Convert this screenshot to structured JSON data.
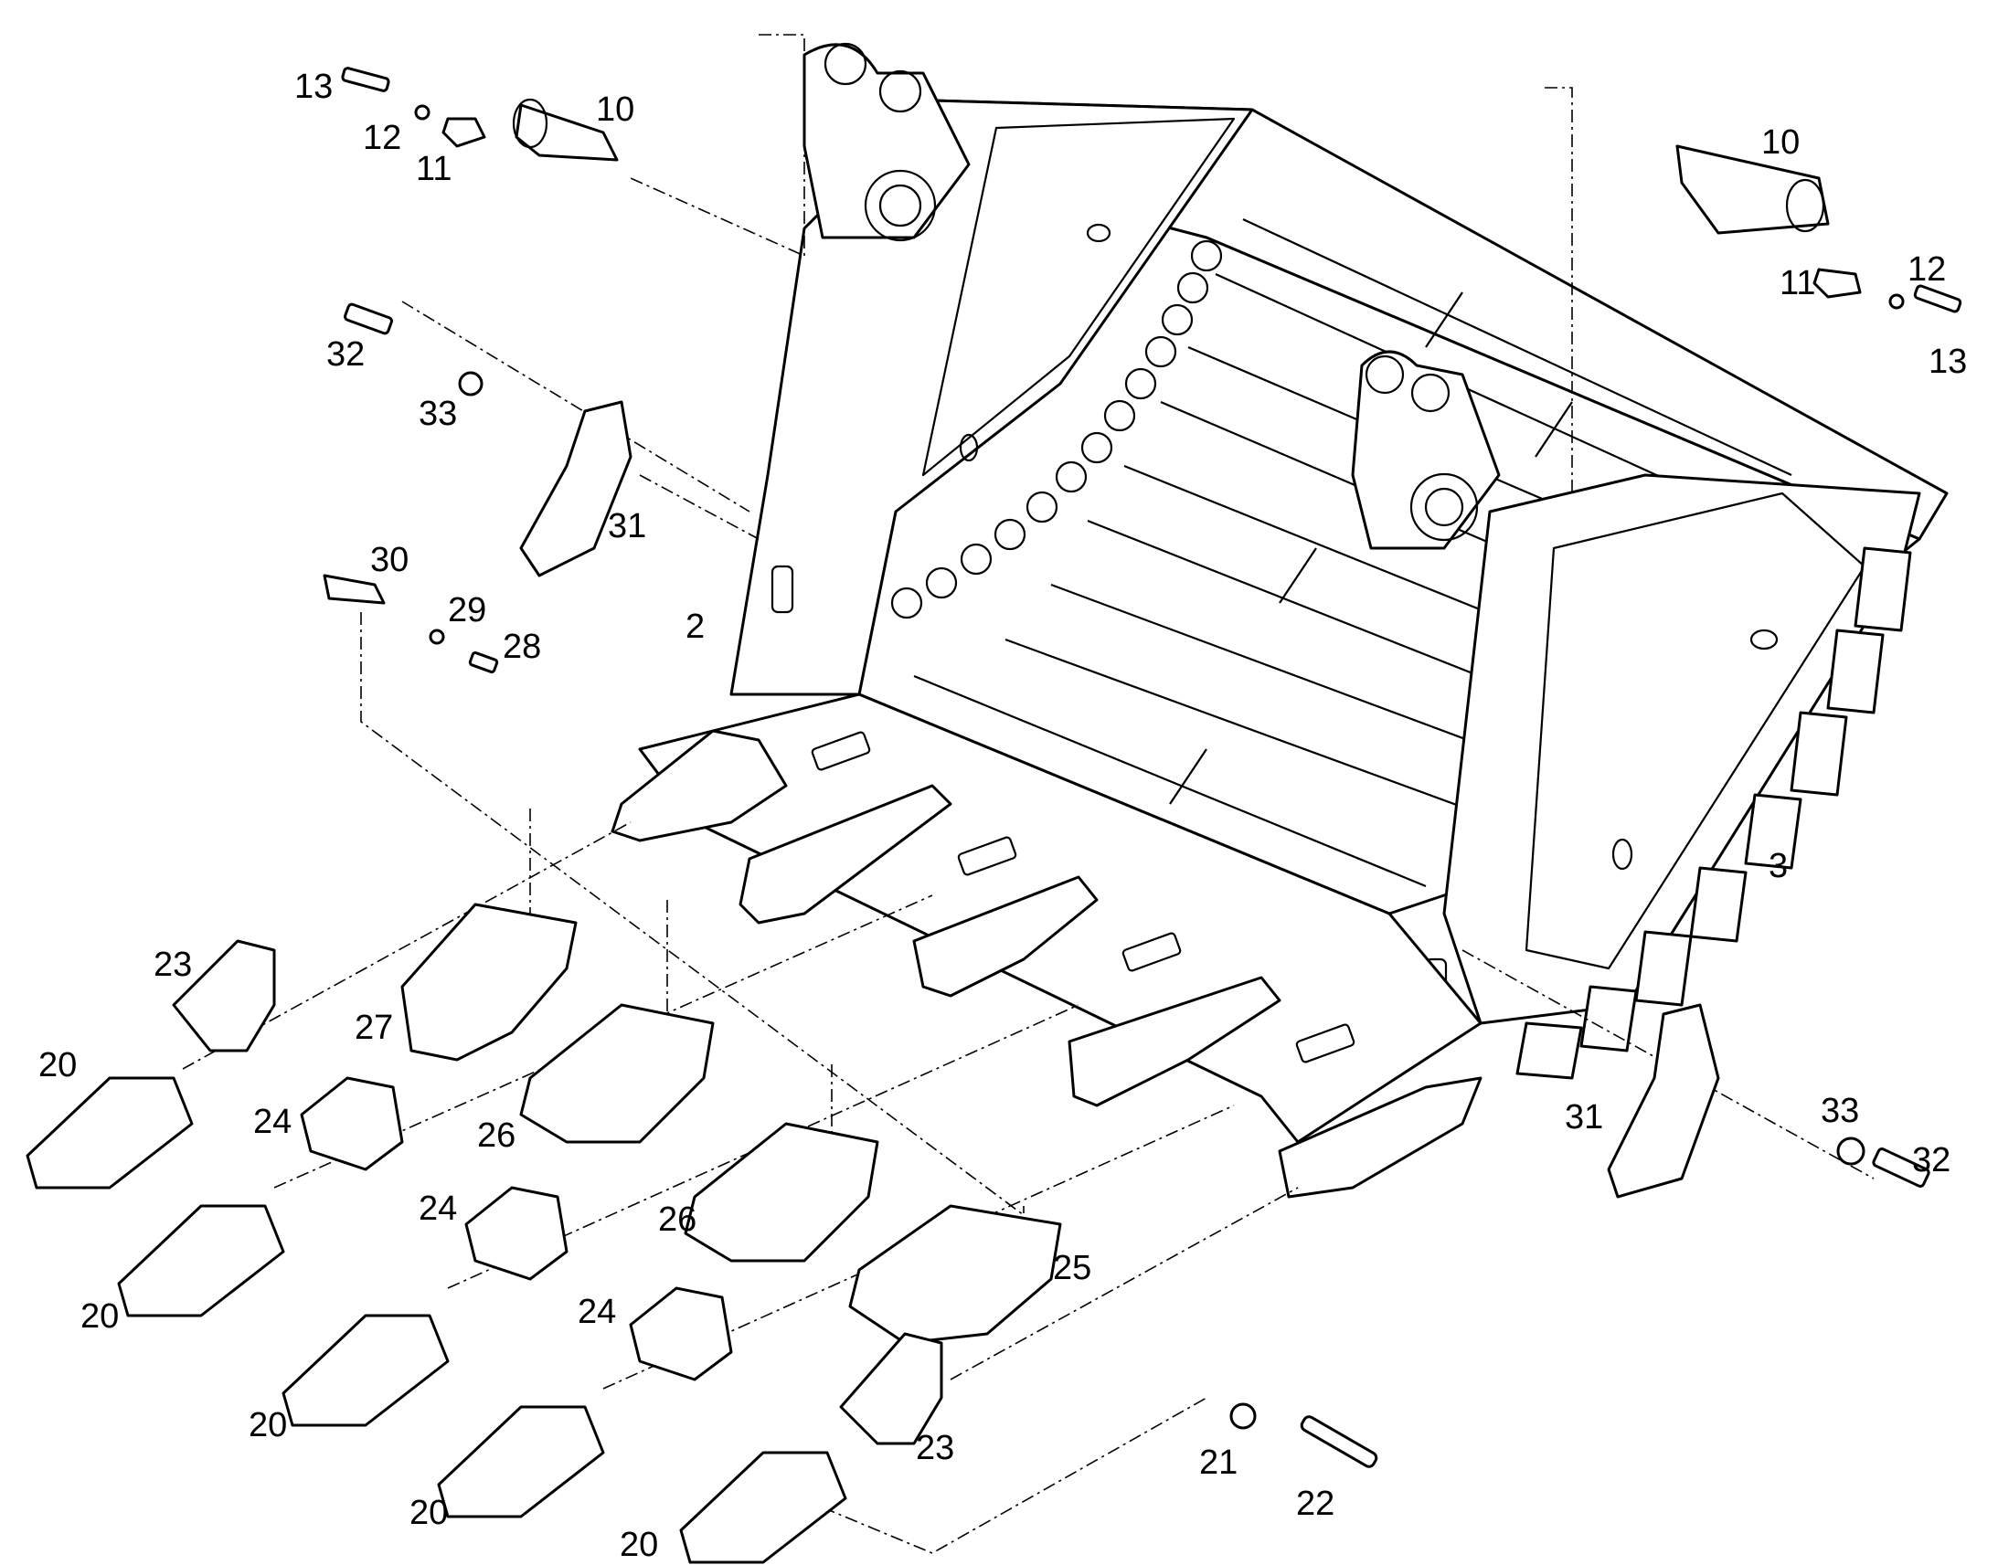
{
  "callouts": [
    {
      "id": "c13a",
      "text": "13"
    },
    {
      "id": "c12a",
      "text": "12"
    },
    {
      "id": "c11a",
      "text": "11"
    },
    {
      "id": "c10a",
      "text": "10"
    },
    {
      "id": "c10b",
      "text": "10"
    },
    {
      "id": "c12b",
      "text": "12"
    },
    {
      "id": "c11b",
      "text": "11"
    },
    {
      "id": "c13b",
      "text": "13"
    },
    {
      "id": "c32a",
      "text": "32"
    },
    {
      "id": "c33a",
      "text": "33"
    },
    {
      "id": "c31a",
      "text": "31"
    },
    {
      "id": "c30",
      "text": "30"
    },
    {
      "id": "c29",
      "text": "29"
    },
    {
      "id": "c28",
      "text": "28"
    },
    {
      "id": "c2",
      "text": "2"
    },
    {
      "id": "c3",
      "text": "3"
    },
    {
      "id": "c23a",
      "text": "23"
    },
    {
      "id": "c27",
      "text": "27"
    },
    {
      "id": "c20a",
      "text": "20"
    },
    {
      "id": "c24a",
      "text": "24"
    },
    {
      "id": "c26a",
      "text": "26"
    },
    {
      "id": "c20b",
      "text": "20"
    },
    {
      "id": "c24b",
      "text": "24"
    },
    {
      "id": "c26b",
      "text": "26"
    },
    {
      "id": "c20c",
      "text": "20"
    },
    {
      "id": "c24c",
      "text": "24"
    },
    {
      "id": "c25",
      "text": "25"
    },
    {
      "id": "c31b",
      "text": "31"
    },
    {
      "id": "c33b",
      "text": "33"
    },
    {
      "id": "c32b",
      "text": "32"
    },
    {
      "id": "c23b",
      "text": "23"
    },
    {
      "id": "c20d",
      "text": "20"
    },
    {
      "id": "c21",
      "text": "21"
    },
    {
      "id": "c22",
      "text": "22"
    },
    {
      "id": "c20e",
      "text": "20"
    }
  ]
}
